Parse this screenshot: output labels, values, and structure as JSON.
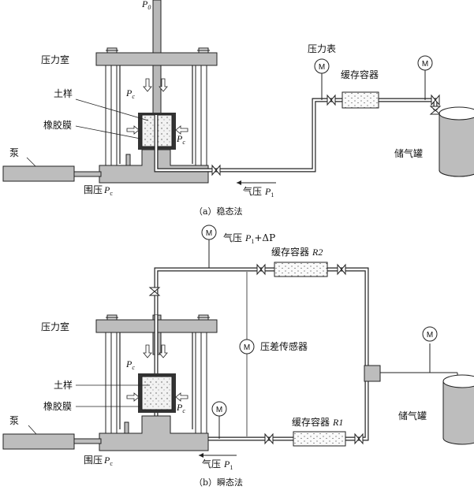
{
  "panel_a": {
    "caption": "（a）稳态法",
    "p0_label": "P",
    "p0_sub": "0",
    "chamber_label": "压力室",
    "soil_label": "土样",
    "membrane_label": "橡胶膜",
    "pump_label": "泵",
    "confining_label": "围压",
    "confining_var": "P",
    "confining_sub": "c",
    "pc_var": "P",
    "pc_sub": "c",
    "gauge_label": "压力表",
    "buffer_label": "缓存容器",
    "tank_label": "储气罐",
    "gas_label": "气压",
    "gas_var": "P",
    "gas_sub": "1",
    "m_symbol": "M"
  },
  "panel_b": {
    "caption": "（b）瞬态法",
    "gas_top_label": "气压",
    "gas_top_var": "P",
    "gas_top_sub": "1",
    "gas_top_rest": "+ΔP",
    "buffer2_label": "缓存容器",
    "buffer2_var": "R2",
    "chamber_label": "压力室",
    "diff_sensor_label": "压差传感器",
    "soil_label": "土样",
    "membrane_label": "橡胶膜",
    "pump_label": "泵",
    "confining_label": "围压",
    "confining_var": "P",
    "confining_sub": "c",
    "pc_var": "P",
    "pc_sub": "c",
    "buffer1_label": "缓存容器",
    "buffer1_var": "R1",
    "tank_label": "储气罐",
    "gas_label": "气压",
    "gas_var": "P",
    "gas_sub": "1",
    "m_symbol": "M"
  }
}
